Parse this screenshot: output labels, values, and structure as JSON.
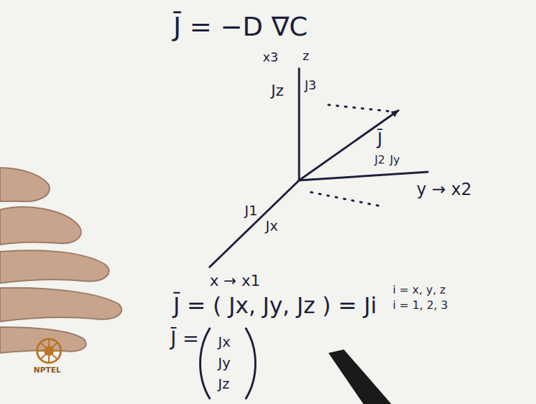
{
  "diagram": {
    "labels": [
      "J̄ = −D ∇C",
      "x3",
      "z",
      "Jz",
      "J3",
      "J̄",
      "J2",
      "Jy",
      "y → x2",
      "J1",
      "Jx",
      "x → x1",
      "J̄ = ( Jx, Jy, Jz ) = Ji",
      "i = x, y, z",
      "i = 1, 2, 3",
      "J̄ =",
      "Jx",
      "Jy",
      "Jz",
      "NPTEL"
    ]
  }
}
